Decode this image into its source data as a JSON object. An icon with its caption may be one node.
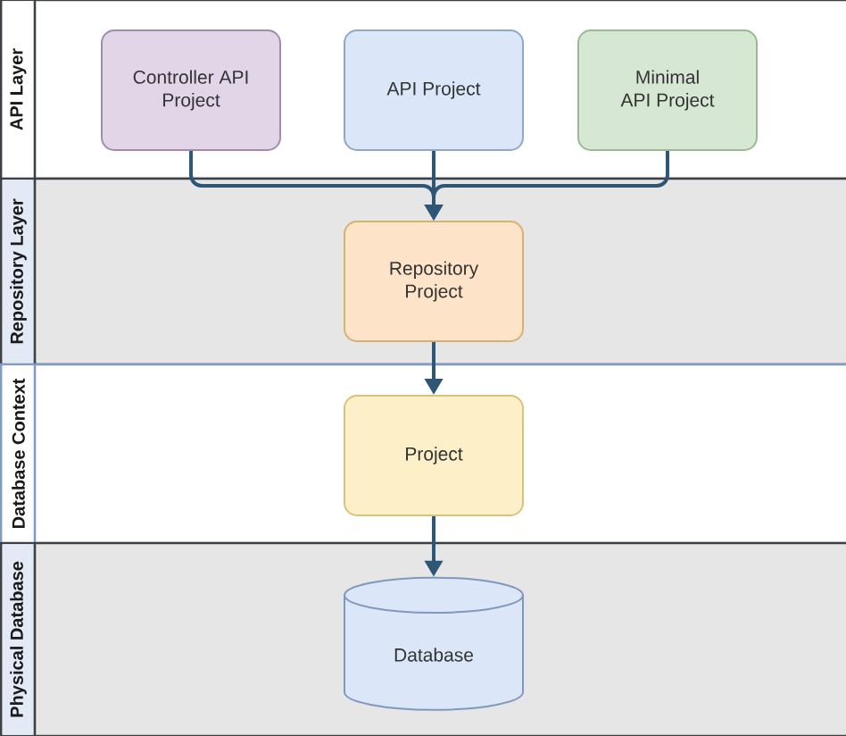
{
  "diagram": {
    "nodes": [
      {
        "text": [
          "API Layer"
        ]
      },
      {
        "text": [
          "Controller API Project"
        ],
        "in": 0
      },
      {
        "text": [
          "API Project"
        ],
        "in": 0
      },
      {
        "text": [
          "Minimal API Project"
        ],
        "in": 0
      },
      {
        "text": [
          "Repository Layer"
        ]
      },
      {
        "text": [
          "Repository Project"
        ],
        "in": 4
      },
      {
        "text": [
          "Database Context"
        ]
      },
      {
        "text": [
          "Project"
        ],
        "in": 6
      },
      {
        "text": [
          "Physical Database"
        ]
      },
      {
        "text": [
          "Database"
        ],
        "in": 8
      }
    ],
    "edges": [
      {
        "from": 1,
        "to": 5,
        "arrow": "to"
      },
      {
        "from": 2,
        "to": 5,
        "arrow": "to"
      },
      {
        "from": 3,
        "to": 5,
        "arrow": "to"
      },
      {
        "from": 5,
        "to": 7,
        "arrow": "to"
      },
      {
        "from": 7,
        "to": 9,
        "arrow": "to"
      }
    ]
  }
}
